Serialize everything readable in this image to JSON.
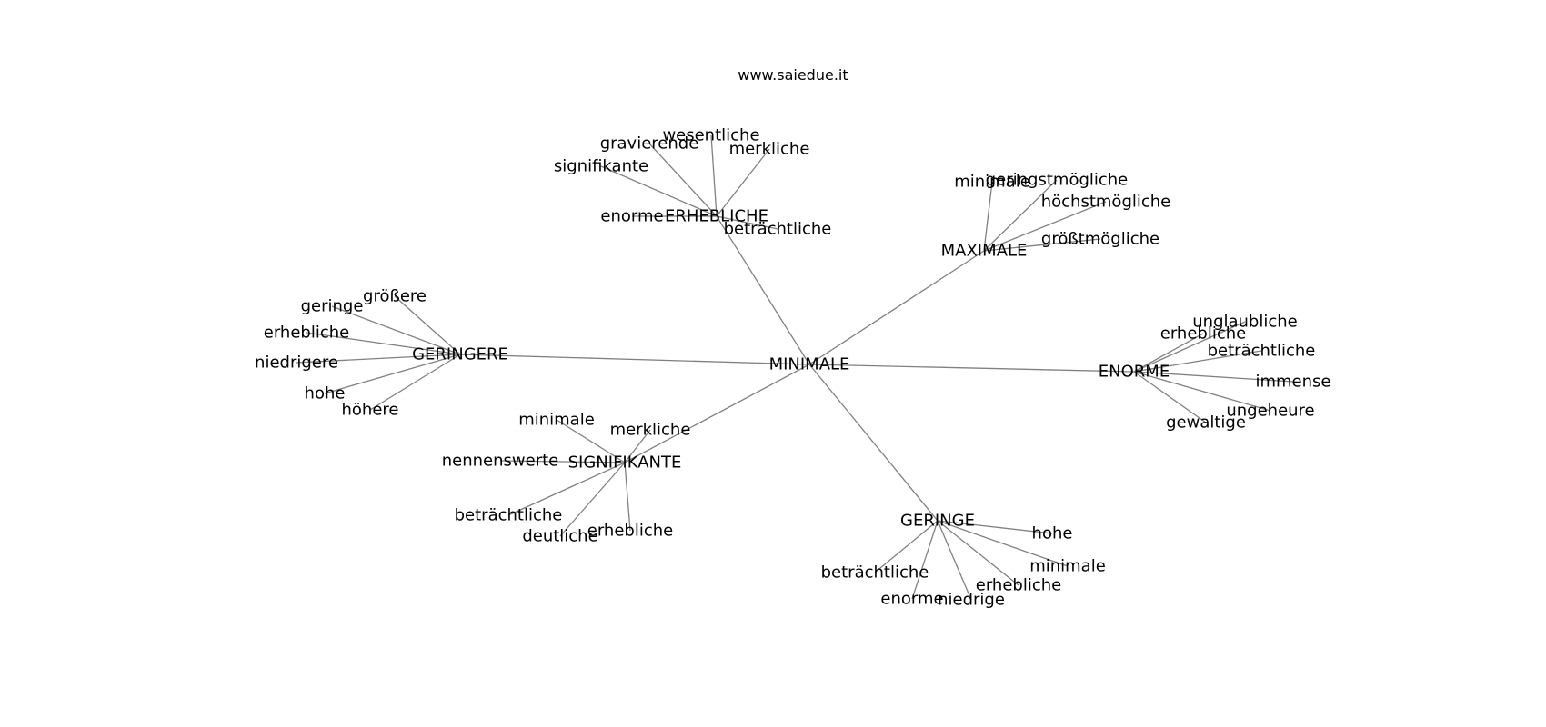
{
  "watermark": "www.saiedue.it",
  "colors": {
    "edge": "#808080",
    "text": "#000000",
    "background": "#ffffff"
  },
  "center": "MINIMALE",
  "hubs": [
    {
      "label": "ERHEBLICHE",
      "leaves": [
        "gravierende",
        "wesentliche",
        "merkliche",
        "signifikante",
        "enorme",
        "beträchtliche"
      ]
    },
    {
      "label": "MAXIMALE",
      "leaves": [
        "minimale",
        "geringstmögliche",
        "höchstmögliche",
        "größtmögliche"
      ]
    },
    {
      "label": "GERINGERE",
      "leaves": [
        "größere",
        "geringe",
        "erhebliche",
        "niedrigere",
        "hohe",
        "höhere"
      ]
    },
    {
      "label": "ENORME",
      "leaves": [
        "unglaubliche",
        "erhebliche",
        "beträchtliche",
        "immense",
        "ungeheure",
        "gewaltige"
      ]
    },
    {
      "label": "SIGNIFIKANTE",
      "leaves": [
        "minimale",
        "merkliche",
        "nennenswerte",
        "beträchtliche",
        "deutliche",
        "erhebliche"
      ]
    },
    {
      "label": "GERINGE",
      "leaves": [
        "hohe",
        "minimale",
        "erhebliche",
        "niedrige",
        "enorme",
        "beträchtliche"
      ]
    }
  ]
}
